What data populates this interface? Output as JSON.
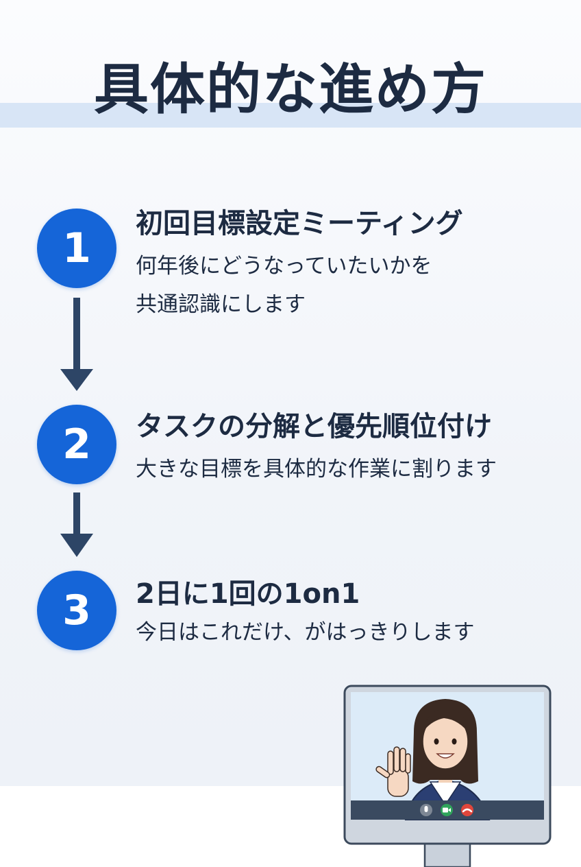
{
  "title": "具体的な進め方",
  "steps": [
    {
      "number": "1",
      "heading": "初回目標設定ミーティング",
      "description": "何年後にどうなっていたいかを\n共通認識にします"
    },
    {
      "number": "2",
      "heading": "タスクの分解と優先順位付け",
      "description": "大きな目標を具体的な作業に割ります"
    },
    {
      "number": "3",
      "heading": "2日に1回の1on1",
      "description": "今日はこれだけ、がはっきりします"
    }
  ],
  "illustration": {
    "subject": "video-call-monitor",
    "controls": [
      "mic-icon",
      "camera-icon",
      "hang-up-icon"
    ],
    "colors": {
      "mic": "#7d8794",
      "camera": "#2fa35a",
      "hangup": "#e0463b"
    }
  },
  "colors": {
    "accent": "#1565d8",
    "arrow": "#2d4566",
    "text": "#1d2b42",
    "band": "#d8e5f6"
  }
}
